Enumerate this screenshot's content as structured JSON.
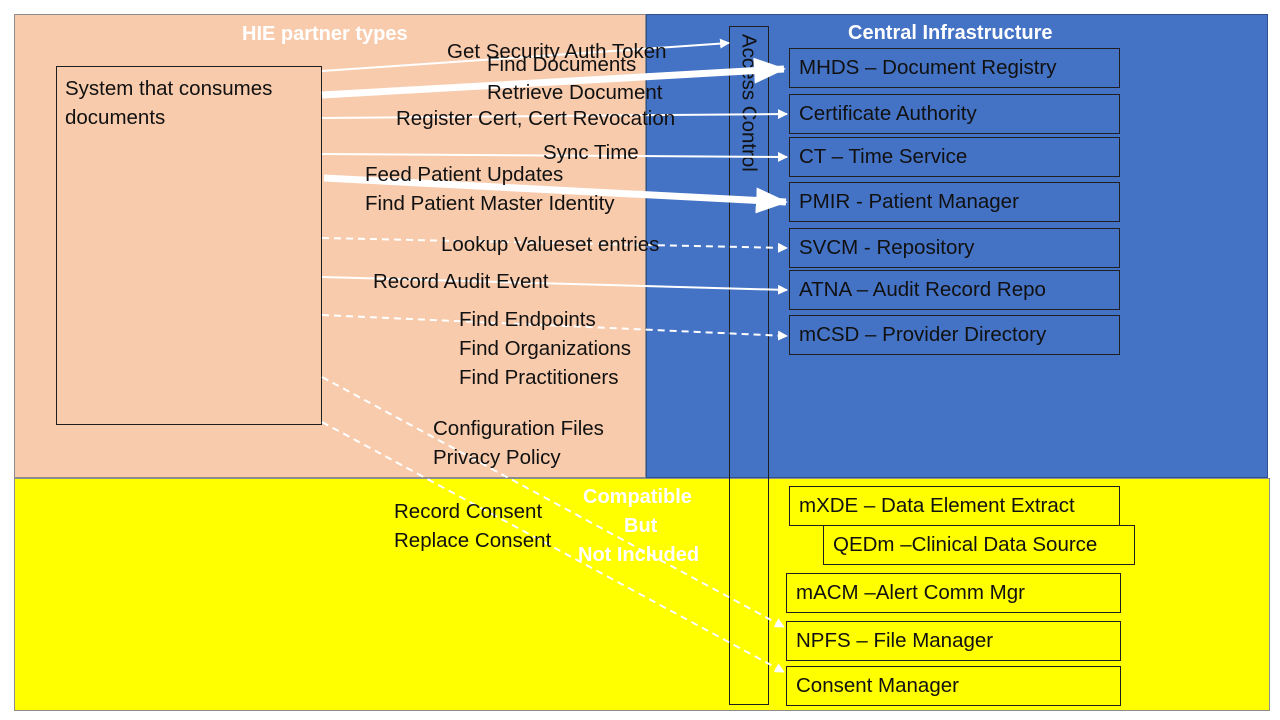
{
  "regions": {
    "hie_title": "HIE partner types",
    "central_title": "Central Infrastructure",
    "compatible_title_lines": [
      "Compatible",
      "But",
      "Not Included"
    ]
  },
  "consumer": {
    "label": "System that consumes documents"
  },
  "access_control": {
    "label": "Access Control"
  },
  "central_components": [
    "MHDS – Document Registry",
    "Certificate Authority",
    "CT – Time Service",
    "PMIR - Patient Manager",
    "SVCM - Repository",
    "ATNA – Audit Record Repo",
    "mCSD – Provider Directory"
  ],
  "compatible_components": [
    "mXDE – Data Element Extract",
    "QEDm –Clinical Data Source",
    "mACM –Alert Comm Mgr",
    "NPFS – File Manager",
    "Consent Manager"
  ],
  "transactions": {
    "get_security": "Get Security Auth Token",
    "find_documents": "Find Documents",
    "retrieve_document": "Retrieve Document",
    "register_cert": "Register Cert, Cert Revocation",
    "sync_time": "Sync Time",
    "feed_patient": "Feed Patient Updates",
    "find_patient": "Find Patient Master Identity",
    "lookup_valueset": "Lookup Valueset entries",
    "record_audit": "Record Audit Event",
    "find_endpoints": "Find Endpoints",
    "find_orgs": "Find Organizations",
    "find_practitioners": "Find Practitioners",
    "config_files": "Configuration Files",
    "privacy_policy": "Privacy Policy",
    "record_consent": "Record Consent",
    "replace_consent": "Replace Consent"
  },
  "colors": {
    "hie": "#f8cbad",
    "central": "#4472c4",
    "compatible": "#ffff00",
    "arrow": "#ffffff"
  }
}
